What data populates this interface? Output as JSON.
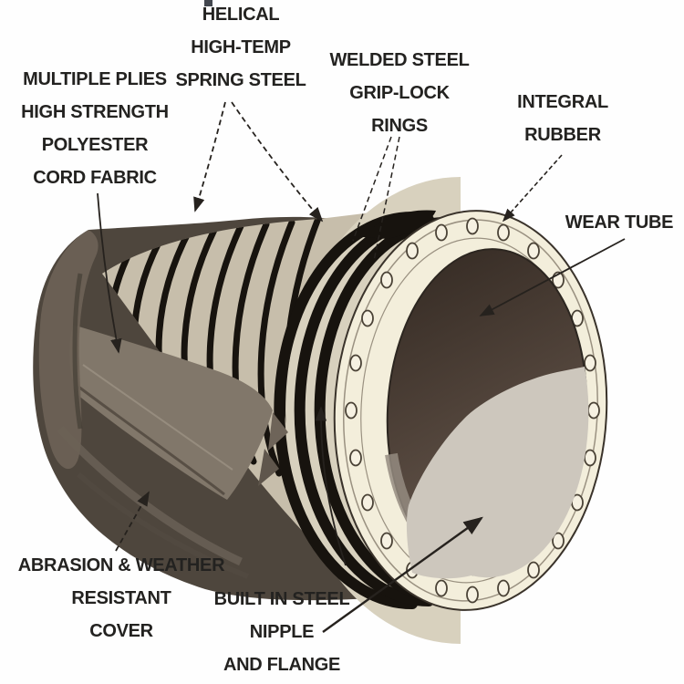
{
  "diagram": {
    "description": "Industrial rubber hose cutaway diagram",
    "background_color": "#fefefe",
    "text_color": "#232220",
    "labels": [
      {
        "id": "spring-steel",
        "text": "HELICAL\nHIGH-TEMP\nSPRING STEEL"
      },
      {
        "id": "cord-fabric",
        "text": "MULTIPLE PLIES\nHIGH STRENGTH\nPOLYESTER\nCORD FABRIC"
      },
      {
        "id": "grip-lock-rings",
        "text": "WELDED STEEL\nGRIP-LOCK\nRINGS"
      },
      {
        "id": "integral-rubber",
        "text": "INTEGRAL\nRUBBER"
      },
      {
        "id": "wear-tube",
        "text": "WEAR TUBE"
      },
      {
        "id": "cover",
        "text": "ABRASION & WEATHER\nRESISTANT\nCOVER"
      },
      {
        "id": "nipple-flange",
        "text": "BUILT IN STEEL\nNIPPLE\nAND FLANGE"
      }
    ],
    "colors": {
      "cover": "#4e463d",
      "cover_highlight": "#6e6459",
      "ply_band": "#81776a",
      "ribs": "#c7beab",
      "coil": "#17130e",
      "ring_band": "#d8d1be",
      "flange": "#f3eedb",
      "flange_line": "#9a9181",
      "tube_wall_highlight": "#948b80",
      "tube_light_patch": "#cdc7bd",
      "arrow": "#26221e",
      "bolt_hole_fill": "#f6f1e2",
      "bolt_hole_stroke": "#4a4236"
    }
  }
}
